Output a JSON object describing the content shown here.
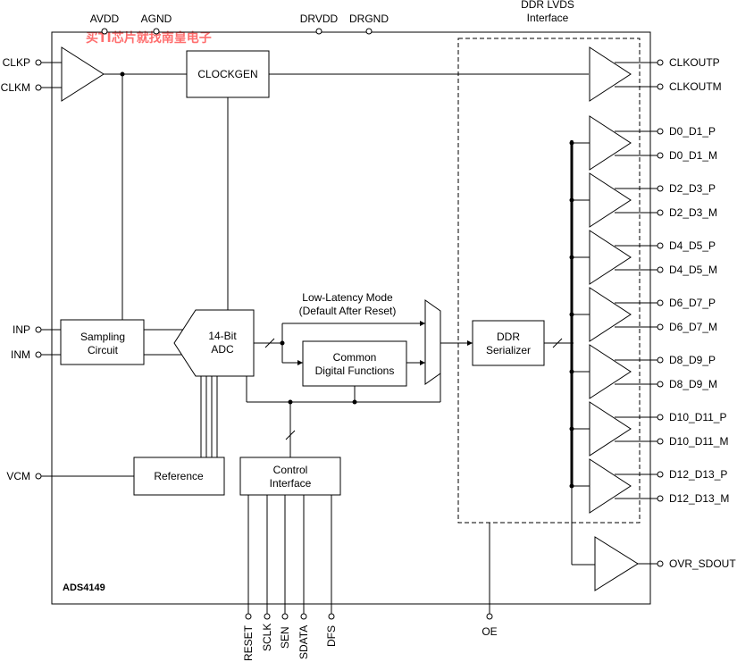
{
  "watermark": "买TI芯片就找南皇电子",
  "part_number": "ADS4149",
  "supply_pins": {
    "avdd": "AVDD",
    "agnd": "AGND",
    "drvdd": "DRVDD",
    "drgnd": "DRGND"
  },
  "interface_title": {
    "line1": "DDR LVDS",
    "line2": "Interface"
  },
  "left_pins": {
    "clkp": "CLKP",
    "clkm": "CLKM",
    "inp": "INP",
    "inm": "INM",
    "vcm": "VCM"
  },
  "blocks": {
    "clockgen": "CLOCKGEN",
    "sampling": {
      "line1": "Sampling",
      "line2": "Circuit"
    },
    "adc": {
      "line1": "14-Bit",
      "line2": "ADC"
    },
    "common": {
      "line1": "Common",
      "line2": "Digital Functions"
    },
    "reference": "Reference",
    "control": {
      "line1": "Control",
      "line2": "Interface"
    },
    "serializer": {
      "line1": "DDR",
      "line2": "Serializer"
    }
  },
  "low_latency": {
    "line1": "Low-Latency Mode",
    "line2": "(Default After Reset)"
  },
  "clock_outputs": {
    "p": "CLKOUTP",
    "m": "CLKOUTM"
  },
  "data_outputs": [
    {
      "p": "D0_D1_P",
      "m": "D0_D1_M"
    },
    {
      "p": "D2_D3_P",
      "m": "D2_D3_M"
    },
    {
      "p": "D4_D5_P",
      "m": "D4_D5_M"
    },
    {
      "p": "D6_D7_P",
      "m": "D6_D7_M"
    },
    {
      "p": "D8_D9_P",
      "m": "D8_D9_M"
    },
    {
      "p": "D10_D11_P",
      "m": "D10_D11_M"
    },
    {
      "p": "D12_D13_P",
      "m": "D12_D13_M"
    }
  ],
  "ovr_output": "OVR_SDOUT",
  "bottom_pins": {
    "reset": "RESET",
    "sclk": "SCLK",
    "sen": "SEN",
    "sdata": "SDATA",
    "dfs": "DFS",
    "oe": "OE"
  }
}
